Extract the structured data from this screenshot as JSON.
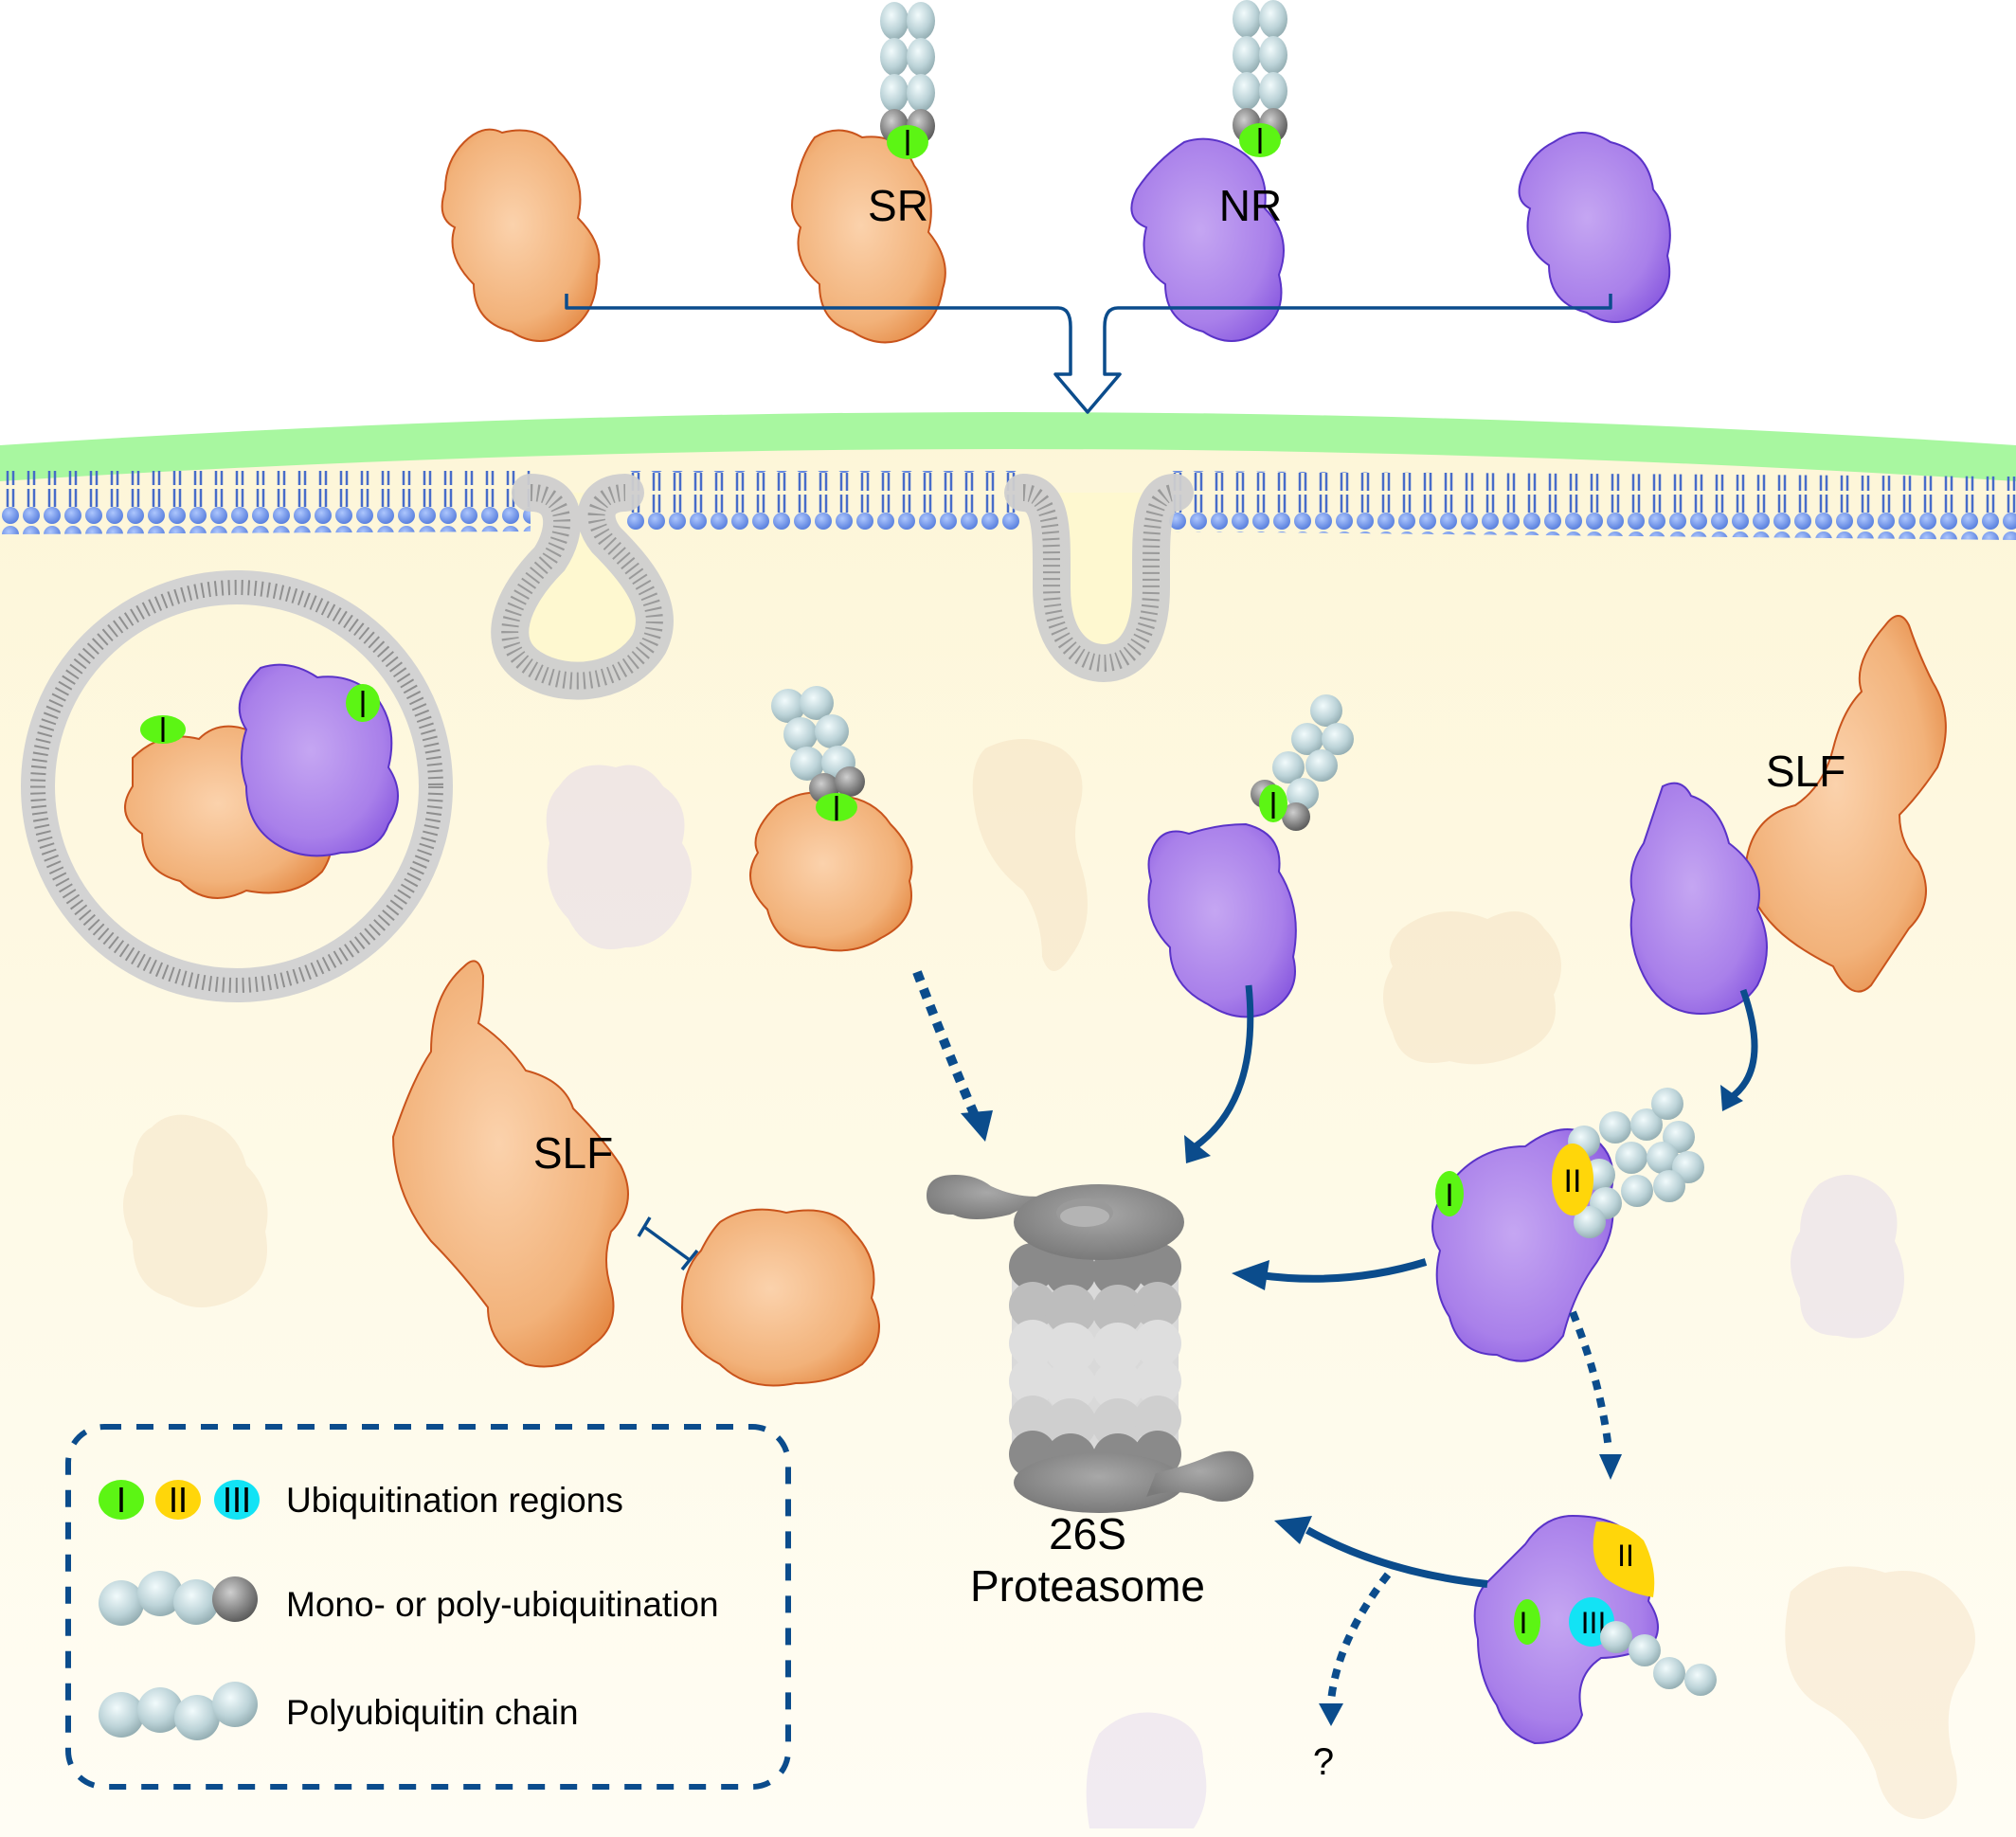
{
  "diagram": {
    "colors": {
      "background_top": "#ffffff",
      "cytoplasm": "#fdf8e1",
      "cytoplasm_bottom": "#fffdf3",
      "cell_wall": "#a8f7a0",
      "membrane_blue": "#5b86ea",
      "membrane_gray": "#cfcfcf",
      "protein_orange": "#f2b27a",
      "protein_orange_edge": "#c9541c",
      "protein_purple": "#a980ea",
      "protein_purple_edge": "#5a33c8",
      "region_I": "#5cf514",
      "region_II": "#ffd60a",
      "region_III": "#12e3f5",
      "ubiquitin": "#bcd3d8",
      "ubiquitin_mono": "#858585",
      "arrow": "#0b4c8c",
      "proteasome_dark": "#8a8a8a",
      "proteasome_light": "#d9d9d9"
    },
    "labels": {
      "sr": "SR",
      "nr": "NR",
      "slf_right": "SLF",
      "slf_left": "SLF",
      "proteasome_line1": "26S",
      "proteasome_line2": "Proteasome",
      "unknown": "?"
    },
    "region_marks": {
      "I": "I",
      "II": "II",
      "III": "III"
    },
    "legend": {
      "items": [
        {
          "icon": "ubiquitination-regions-icon",
          "label": "Ubiquitination regions",
          "marks": [
            "I",
            "II",
            "III"
          ]
        },
        {
          "icon": "mono-poly-ubiquitination-icon",
          "label": "Mono- or poly-ubiquitination"
        },
        {
          "icon": "polyubiquitin-chain-icon",
          "label": "Polyubiquitin chain"
        }
      ]
    }
  }
}
